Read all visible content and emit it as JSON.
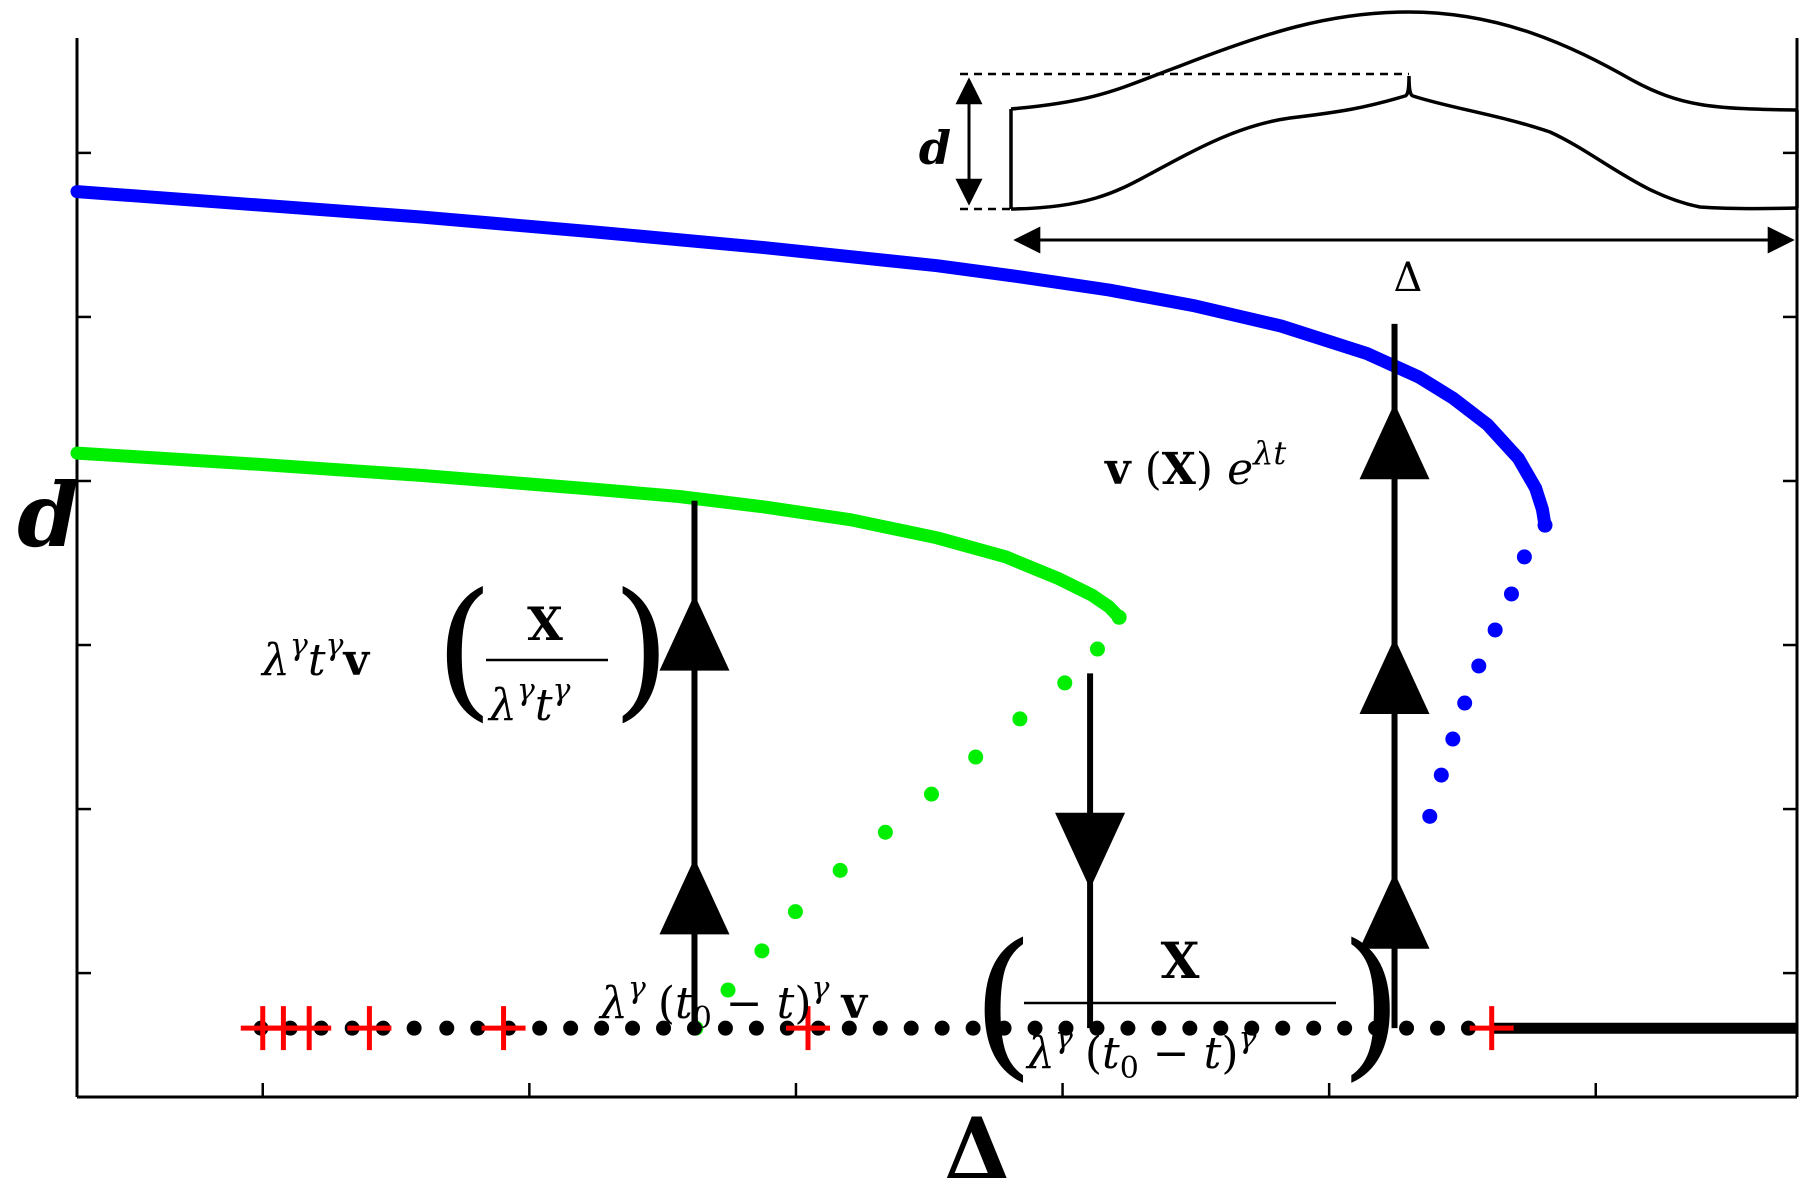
{
  "chart_data": {
    "type": "scatter",
    "title": "",
    "xlabel": "Δ",
    "ylabel": "d",
    "xlim": [
      0,
      1
    ],
    "ylim": [
      0,
      1
    ],
    "grid": false,
    "legend": "none",
    "colors": {
      "blue": "#0000ff",
      "green": "#00ee00",
      "black": "#000000",
      "red": "#ff0000"
    },
    "series": [
      {
        "style": "solid",
        "color": "blue",
        "x": [
          0,
          0.1,
          0.2,
          0.3,
          0.4,
          0.5,
          0.55,
          0.6,
          0.65,
          0.7,
          0.75,
          0.78,
          0.8,
          0.82,
          0.838,
          0.848,
          0.852,
          0.8535
        ],
        "y": [
          0.855,
          0.843,
          0.831,
          0.817,
          0.802,
          0.785,
          0.774,
          0.762,
          0.747,
          0.728,
          0.702,
          0.68,
          0.66,
          0.635,
          0.603,
          0.575,
          0.555,
          0.54
        ]
      },
      {
        "style": "dotted",
        "color": "blue",
        "x": [
          0.8535,
          0.8415,
          0.834,
          0.8245,
          0.815,
          0.8068,
          0.7999,
          0.7932,
          0.7865
        ],
        "y": [
          0.54,
          0.51,
          0.475,
          0.441,
          0.407,
          0.372,
          0.338,
          0.304,
          0.265
        ]
      },
      {
        "style": "solid",
        "color": "green",
        "x": [
          0,
          0.1,
          0.2,
          0.3,
          0.35,
          0.4,
          0.45,
          0.5,
          0.54,
          0.57,
          0.59,
          0.6,
          0.6059
        ],
        "y": [
          0.608,
          0.598,
          0.587,
          0.574,
          0.567,
          0.557,
          0.545,
          0.528,
          0.51,
          0.49,
          0.474,
          0.463,
          0.453
        ]
      },
      {
        "style": "dotted",
        "color": "green",
        "x": [
          0.6059,
          0.5933,
          0.5743,
          0.5482,
          0.5225,
          0.4968,
          0.47,
          0.4437,
          0.4177,
          0.3982,
          0.3785,
          0.3598
        ],
        "y": [
          0.453,
          0.423,
          0.391,
          0.357,
          0.321,
          0.286,
          0.25,
          0.214,
          0.175,
          0.138,
          0.101,
          0.065
        ]
      },
      {
        "style": "dotted",
        "color": "black",
        "x": [
          0.107,
          0.124,
          0.142,
          0.16,
          0.178,
          0.196,
          0.215,
          0.233,
          0.251,
          0.269,
          0.287,
          0.305,
          0.323,
          0.341,
          0.359,
          0.377,
          0.395,
          0.413,
          0.431,
          0.449,
          0.467,
          0.485,
          0.503,
          0.521,
          0.539,
          0.557,
          0.575,
          0.593,
          0.611,
          0.629,
          0.647,
          0.665,
          0.683,
          0.701,
          0.719,
          0.737,
          0.755,
          0.773,
          0.791,
          0.809
        ],
        "y": [
          0.065,
          0.065,
          0.065,
          0.065,
          0.065,
          0.065,
          0.065,
          0.065,
          0.065,
          0.065,
          0.065,
          0.065,
          0.065,
          0.065,
          0.065,
          0.065,
          0.065,
          0.065,
          0.065,
          0.065,
          0.065,
          0.065,
          0.065,
          0.065,
          0.065,
          0.065,
          0.065,
          0.065,
          0.065,
          0.065,
          0.065,
          0.065,
          0.065,
          0.065,
          0.065,
          0.065,
          0.065,
          0.065,
          0.065,
          0.065
        ]
      },
      {
        "style": "solid",
        "color": "black",
        "x": [
          0.8225,
          1
        ],
        "y": [
          0.065,
          0.065
        ]
      },
      {
        "style": "markers-plus",
        "color": "red",
        "x": [
          0.108,
          0.12,
          0.135,
          0.17,
          0.248,
          0.425,
          0.8225
        ],
        "y": [
          0.065,
          0.065,
          0.065,
          0.065,
          0.065,
          0.065,
          0.065
        ]
      }
    ],
    "transitions": [
      {
        "x": 0.359,
        "y_from": 0.065,
        "y_to": 0.563,
        "direction": "up",
        "arrows": 2
      },
      {
        "x": 0.589,
        "y_from": 0.4,
        "y_to": 0.065,
        "direction": "down",
        "arrows": 1
      },
      {
        "x": 0.766,
        "y_from": 0.73,
        "y_to": 0.065,
        "direction": "up",
        "arrows": 3
      }
    ],
    "annotations": {
      "blue_label": "v (X) e^{λt}",
      "green_label": "λ^γ t^γ v ( X / λ^γ t^γ )",
      "black_label": "λ^γ (t_0 − t)^γ v ( X / λ^γ (t_0 − t)^γ )"
    },
    "inset": {
      "d_label": "d",
      "delta_label": "Δ"
    }
  }
}
